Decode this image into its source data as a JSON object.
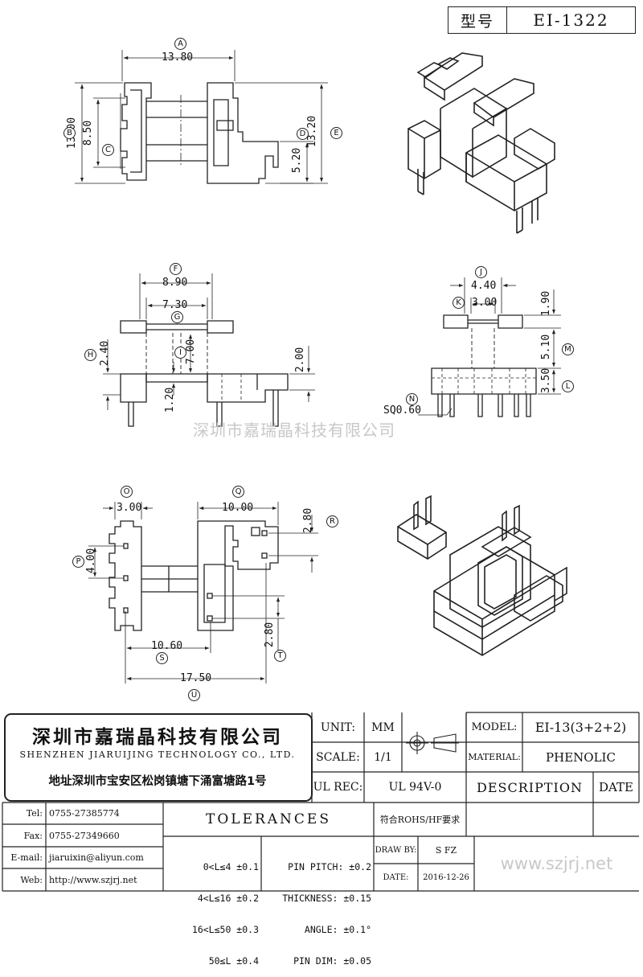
{
  "header": {
    "label": "型号",
    "part_no": "EI-1322"
  },
  "dimensions": {
    "A": "13.80",
    "B": "13.00",
    "C": "8.50",
    "D": "5.20",
    "E": "13.20",
    "F": "8.90",
    "G": "7.30",
    "H": "2.40",
    "I": "7.00",
    "h1": "1.20",
    "h2": "2.00",
    "J": "4.40",
    "K": "3.00",
    "L": "3.50",
    "M": "5.10",
    "j1": "1.90",
    "N": "SQ0.60",
    "O": "3.00",
    "P": "4.00",
    "Q": "10.00",
    "R": "2.80",
    "S": "10.60",
    "T": "2.80",
    "U": "17.50"
  },
  "watermark": "深圳市嘉瑞晶科技有限公司",
  "title_block": {
    "company_cn": "深圳市嘉瑞晶科技有限公司",
    "company_en": "SHENZHEN JIARUIJING TECHNOLOGY CO., LTD.",
    "address": "地址深圳市宝安区松岗镇塘下涌富塘路1号",
    "unit_label": "UNIT:",
    "unit_value": "MM",
    "scale_label": "SCALE:",
    "scale_value": "1/1",
    "ulrec_label": "UL REC:",
    "ulrec_value": "UL 94V-0",
    "model_label": "MODEL:",
    "model_value": "EI-13(3+2+2)",
    "material_label": "MATERIAL:",
    "material_value": "PHENOLIC",
    "description_label": "DESCRIPTION",
    "date_header": "DATE",
    "tel_label": "Tel:",
    "tel": "0755-27385774",
    "fax_label": "Fax:",
    "fax": "0755-27349660",
    "email_label": "E-mail:",
    "email": "jiaruixin@aliyun.com",
    "web_label": "Web:",
    "web": "http://www.szjrj.net",
    "tolerances_title": "TOLERANCES",
    "tol_lines": [
      "0<L≤4 ±0.1",
      "4<L≤16 ±0.2",
      "16<L≤50 ±0.3",
      "50≤L ±0.4"
    ],
    "tol2_lines": [
      "PIN PITCH: ±0.2",
      "THICKNESS: ±0.15",
      "ANGLE: ±0.1°",
      "PIN DIM: ±0.05"
    ],
    "rohs": "符合ROHS/HF要求",
    "drawby_label": "DRAW BY:",
    "drawby": "S FZ",
    "date_label": "DATE:",
    "date": "2016-12-26",
    "site": "www.szjrj.net"
  }
}
